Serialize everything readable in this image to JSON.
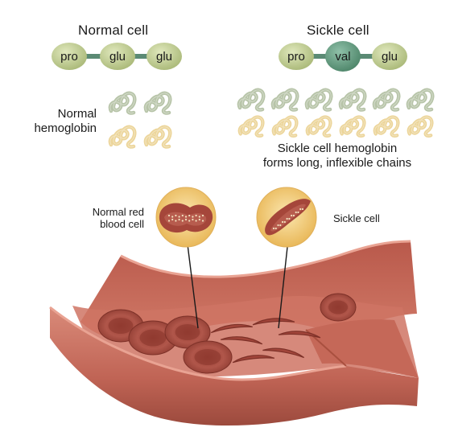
{
  "normal": {
    "title": "Normal cell",
    "chain": [
      "pro",
      "glu",
      "glu"
    ],
    "hemoglobin_label": [
      "Normal",
      "hemoglobin"
    ],
    "rbc_label": [
      "Normal red",
      "blood cell"
    ]
  },
  "sickle": {
    "title": "Sickle cell",
    "chain": [
      "pro",
      "val",
      "glu"
    ],
    "chains_caption": [
      "Sickle cell hemoglobin",
      "forms long, inflexible chains"
    ],
    "cell_label": "Sickle cell"
  },
  "colors": {
    "bead": "#bcc98e",
    "bead_mutant": "#5f9a80",
    "bond": "#5b8a74",
    "globin_green": "#b7c4a8",
    "globin_yellow": "#ecd59a",
    "vessel": "#c4685a",
    "vessel_dark": "#8e3f33",
    "rbc": "#a94a3e",
    "inset_bg": "#f1cf7a"
  }
}
